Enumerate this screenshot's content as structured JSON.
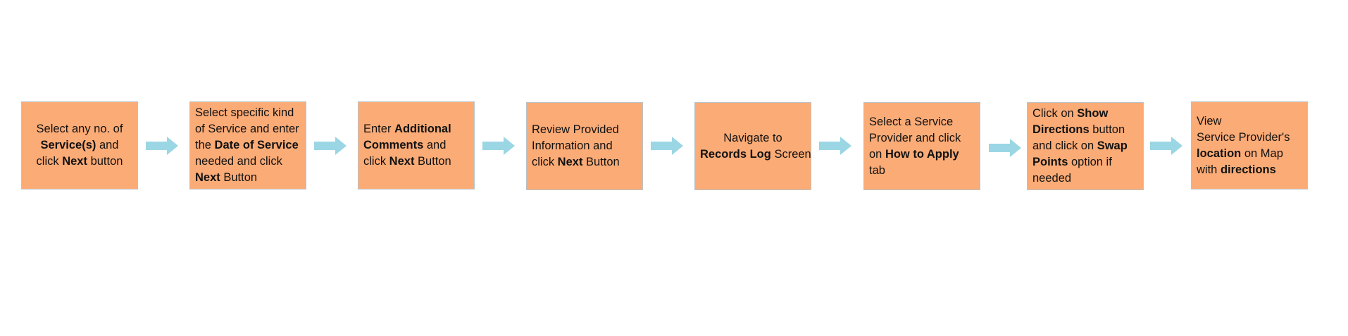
{
  "colors": {
    "box_fill": "#fbab76",
    "box_border": "#b9c3c9",
    "arrow": "#9bd6e4"
  },
  "flow": {
    "steps": [
      {
        "align": "center",
        "lines": [
          [
            {
              "t": "Select any no. of",
              "b": false
            }
          ],
          [
            {
              "t": "Service(s)",
              "b": true
            },
            {
              "t": " and",
              "b": false
            }
          ],
          [
            {
              "t": "click ",
              "b": false
            },
            {
              "t": "Next",
              "b": true
            },
            {
              "t": " button",
              "b": false
            }
          ]
        ]
      },
      {
        "align": "left",
        "lines": [
          [
            {
              "t": "Select specific kind",
              "b": false
            }
          ],
          [
            {
              "t": "of Service and enter",
              "b": false
            }
          ],
          [
            {
              "t": "the ",
              "b": false
            },
            {
              "t": "Date of Service",
              "b": true
            }
          ],
          [
            {
              "t": "needed and click",
              "b": false
            }
          ],
          [
            {
              "t": "Next",
              "b": true
            },
            {
              "t": " Button",
              "b": false
            }
          ]
        ]
      },
      {
        "align": "left",
        "lines": [
          [
            {
              "t": "Enter ",
              "b": false
            },
            {
              "t": "Additional",
              "b": true
            }
          ],
          [
            {
              "t": "Comments",
              "b": true
            },
            {
              "t": " and",
              "b": false
            }
          ],
          [
            {
              "t": "click ",
              "b": false
            },
            {
              "t": "Next",
              "b": true
            },
            {
              "t": " Button",
              "b": false
            }
          ]
        ]
      },
      {
        "align": "left",
        "lines": [
          [
            {
              "t": "Review Provided",
              "b": false
            }
          ],
          [
            {
              "t": "Information and",
              "b": false
            }
          ],
          [
            {
              "t": "click ",
              "b": false
            },
            {
              "t": "Next",
              "b": true
            },
            {
              "t": " Button",
              "b": false
            }
          ]
        ]
      },
      {
        "align": "center",
        "lines": [
          [
            {
              "t": "Navigate to",
              "b": false
            }
          ],
          [
            {
              "t": "Records Log",
              "b": true
            },
            {
              "t": " Screen",
              "b": false
            }
          ]
        ]
      },
      {
        "align": "left",
        "lines": [
          [
            {
              "t": "Select a Service",
              "b": false
            }
          ],
          [
            {
              "t": "Provider and click",
              "b": false
            }
          ],
          [
            {
              "t": "on ",
              "b": false
            },
            {
              "t": "How to Apply",
              "b": true
            }
          ],
          [
            {
              "t": " tab",
              "b": false
            }
          ]
        ]
      },
      {
        "align": "left",
        "lines": [
          [
            {
              "t": "Click on ",
              "b": false
            },
            {
              "t": "Show",
              "b": true
            }
          ],
          [
            {
              "t": "Directions",
              "b": true
            },
            {
              "t": " button",
              "b": false
            }
          ],
          [
            {
              "t": "and click on ",
              "b": false
            },
            {
              "t": "Swap",
              "b": true
            }
          ],
          [
            {
              "t": "Points",
              "b": true
            },
            {
              "t": " option if",
              "b": false
            }
          ],
          [
            {
              "t": "needed",
              "b": false
            }
          ]
        ]
      },
      {
        "align": "left",
        "lines": [
          [
            {
              "t": "View",
              "b": false
            }
          ],
          [
            {
              "t": "Service Provider's",
              "b": false
            }
          ],
          [
            {
              "t": "location",
              "b": true
            },
            {
              "t": " on Map",
              "b": false
            }
          ],
          [
            {
              "t": "with ",
              "b": false
            },
            {
              "t": "directions",
              "b": true
            }
          ]
        ]
      }
    ]
  }
}
